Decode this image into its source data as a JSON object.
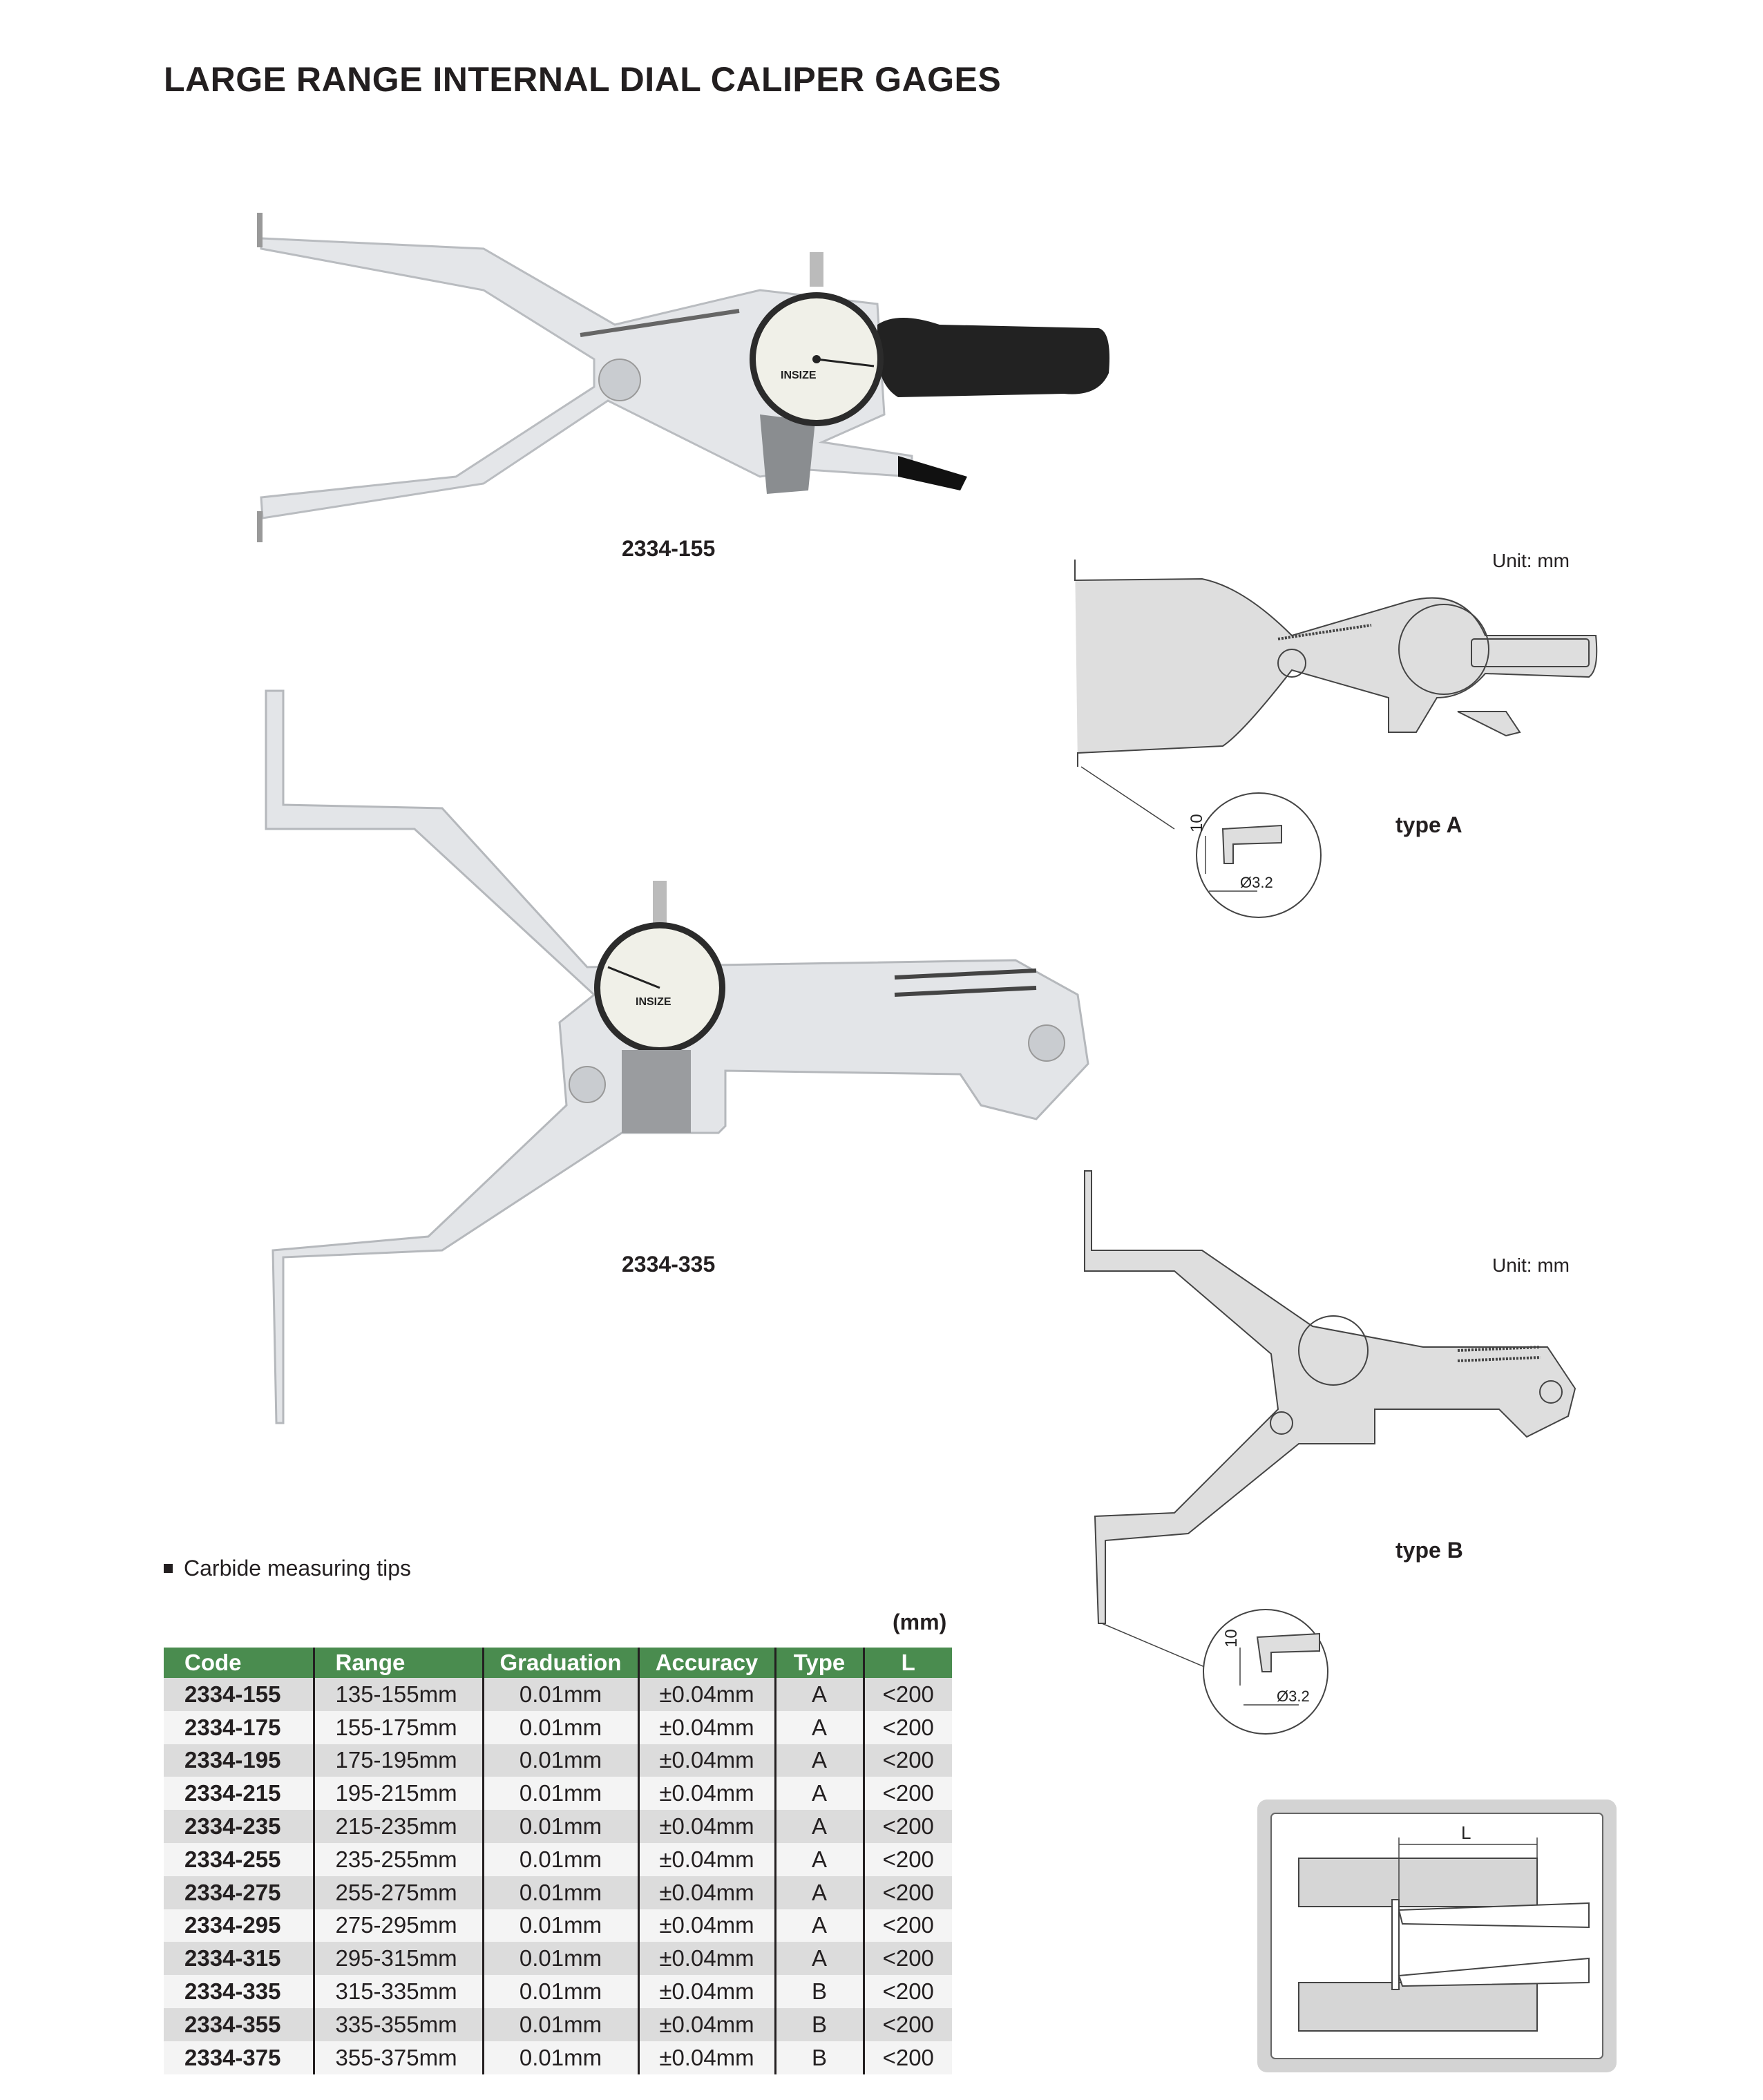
{
  "title": "LARGE RANGE INTERNAL DIAL CALIPER GAGES",
  "products": [
    {
      "code": "2334-155",
      "dial_brand": "INSIZE"
    },
    {
      "code": "2334-335",
      "dial_brand": "INSIZE"
    }
  ],
  "diagrams": {
    "type_a": {
      "unit": "Unit: mm",
      "label": "type A",
      "dim_length": "10",
      "dim_diameter": "Ø3.2"
    },
    "type_b": {
      "unit": "Unit: mm",
      "label": "type B",
      "dim_length": "10",
      "dim_diameter": "Ø3.2"
    },
    "l_diagram": {
      "label": "L"
    }
  },
  "note": "Carbide measuring tips",
  "table": {
    "unit": "(mm)",
    "headers": [
      "Code",
      "Range",
      "Graduation",
      "Accuracy",
      "Type",
      "L"
    ],
    "rows": [
      [
        "2334-155",
        "135-155mm",
        "0.01mm",
        "±0.04mm",
        "A",
        "<200"
      ],
      [
        "2334-175",
        "155-175mm",
        "0.01mm",
        "±0.04mm",
        "A",
        "<200"
      ],
      [
        "2334-195",
        "175-195mm",
        "0.01mm",
        "±0.04mm",
        "A",
        "<200"
      ],
      [
        "2334-215",
        "195-215mm",
        "0.01mm",
        "±0.04mm",
        "A",
        "<200"
      ],
      [
        "2334-235",
        "215-235mm",
        "0.01mm",
        "±0.04mm",
        "A",
        "<200"
      ],
      [
        "2334-255",
        "235-255mm",
        "0.01mm",
        "±0.04mm",
        "A",
        "<200"
      ],
      [
        "2334-275",
        "255-275mm",
        "0.01mm",
        "±0.04mm",
        "A",
        "<200"
      ],
      [
        "2334-295",
        "275-295mm",
        "0.01mm",
        "±0.04mm",
        "A",
        "<200"
      ],
      [
        "2334-315",
        "295-315mm",
        "0.01mm",
        "±0.04mm",
        "A",
        "<200"
      ],
      [
        "2334-335",
        "315-335mm",
        "0.01mm",
        "±0.04mm",
        "B",
        "<200"
      ],
      [
        "2334-355",
        "335-355mm",
        "0.01mm",
        "±0.04mm",
        "B",
        "<200"
      ],
      [
        "2334-375",
        "355-375mm",
        "0.01mm",
        "±0.04mm",
        "B",
        "<200"
      ]
    ]
  },
  "colors": {
    "header_green": "#4a8c4f",
    "row_dark": "#dcdcdc",
    "row_light": "#f4f4f4"
  }
}
